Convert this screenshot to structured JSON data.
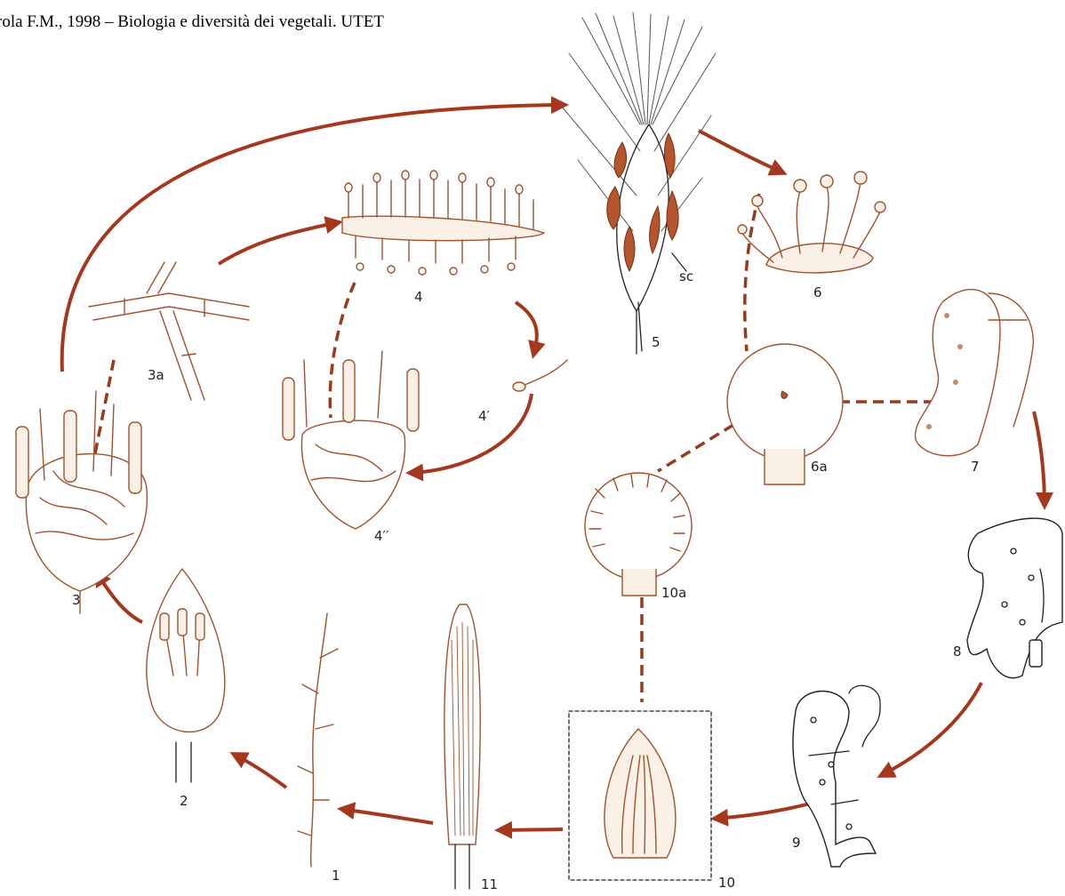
{
  "citation": "rola F.M., 1998 – Biologia e diversità dei vegetali. UTET",
  "colors": {
    "arrow": "#a5381c",
    "ink": "#a0522d",
    "sclerotia": "#b4552f"
  },
  "labels": {
    "n1": "1",
    "n2": "2",
    "n3": "3",
    "n3a": "3a",
    "n4": "4",
    "n4p": "4′",
    "n4pp": "4′′",
    "n5": "5",
    "sc": "sc",
    "n6": "6",
    "n6a": "6a",
    "n7": "7",
    "n8": "8",
    "n9": "9",
    "n10": "10",
    "n10a": "10a",
    "n11": "11"
  }
}
